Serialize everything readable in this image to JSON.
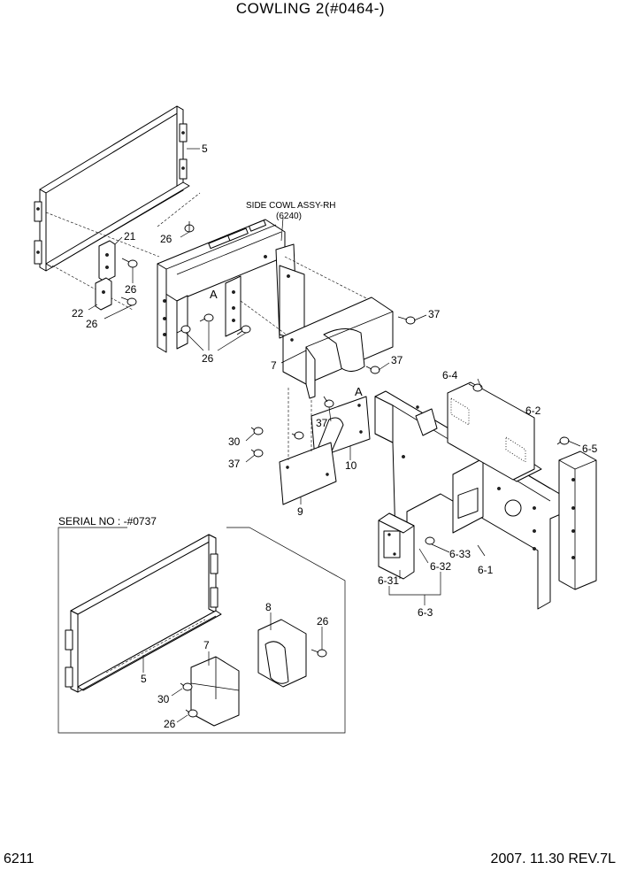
{
  "header": {
    "title": "COWLING 2(#0464-)"
  },
  "footer": {
    "page_number": "6211",
    "date_revision": "2007. 11.30  REV.7L"
  },
  "diagram": {
    "side_cowl_label": "SIDE COWL ASSY-RH",
    "side_cowl_ref": "(6240)",
    "serial_label": "SERIAL NO : -#0737",
    "view_marker": "A",
    "part_labels": {
      "p5_top": "5",
      "p21": "21",
      "p26_a": "26",
      "p26_b": "26",
      "p22": "22",
      "p26_c": "26",
      "p26_d": "26",
      "p37_a": "37",
      "p7": "7",
      "p37_b": "37",
      "p6_4": "6-4",
      "p6_2": "6-2",
      "p6_5": "6-5",
      "p37_c": "37",
      "p30": "30",
      "p37_d": "37",
      "p10": "10",
      "p9": "9",
      "p6_33": "6-33",
      "p6_32": "6-32",
      "p6_31": "6-31",
      "p6_1": "6-1",
      "p6_3": "6-3",
      "p8_inset": "8",
      "p26_inset": "26",
      "p7_inset": "7",
      "p5_inset": "5",
      "p30_inset": "30",
      "p26_inset_b": "26"
    }
  }
}
